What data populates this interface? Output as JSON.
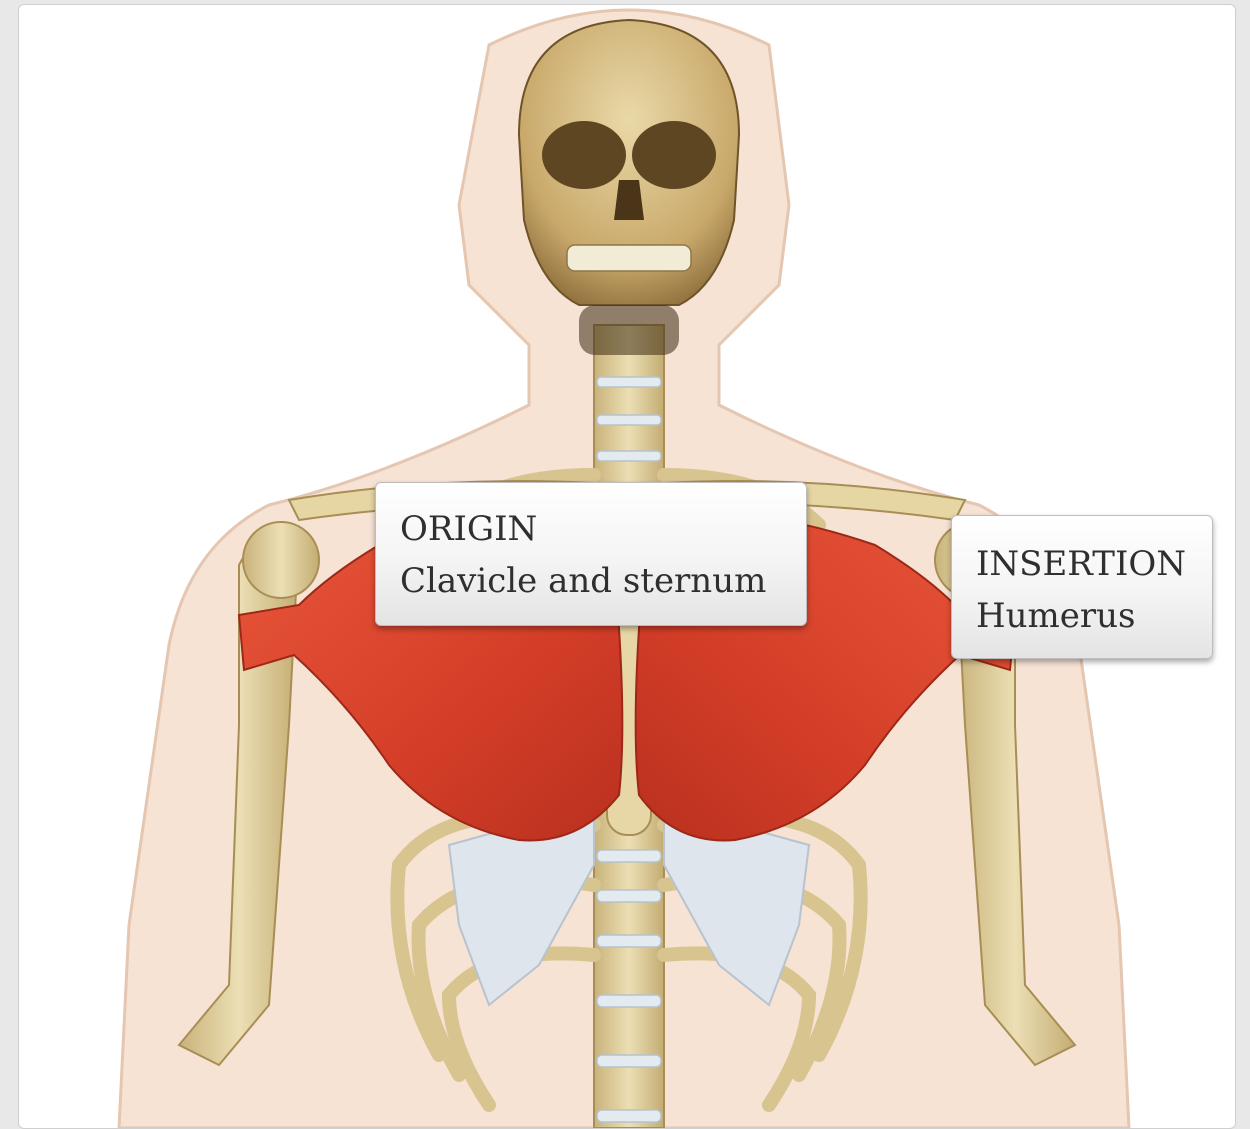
{
  "callouts": {
    "origin": {
      "heading": "ORIGIN",
      "detail": "Clavicle and sternum"
    },
    "insertion": {
      "heading": "INSERTION",
      "detail": "Humerus"
    }
  },
  "colors": {
    "muscle": "#d6402a",
    "bone": "#dccb96",
    "skin": "#f3dccb",
    "cartilage": "#dfe5ec"
  }
}
